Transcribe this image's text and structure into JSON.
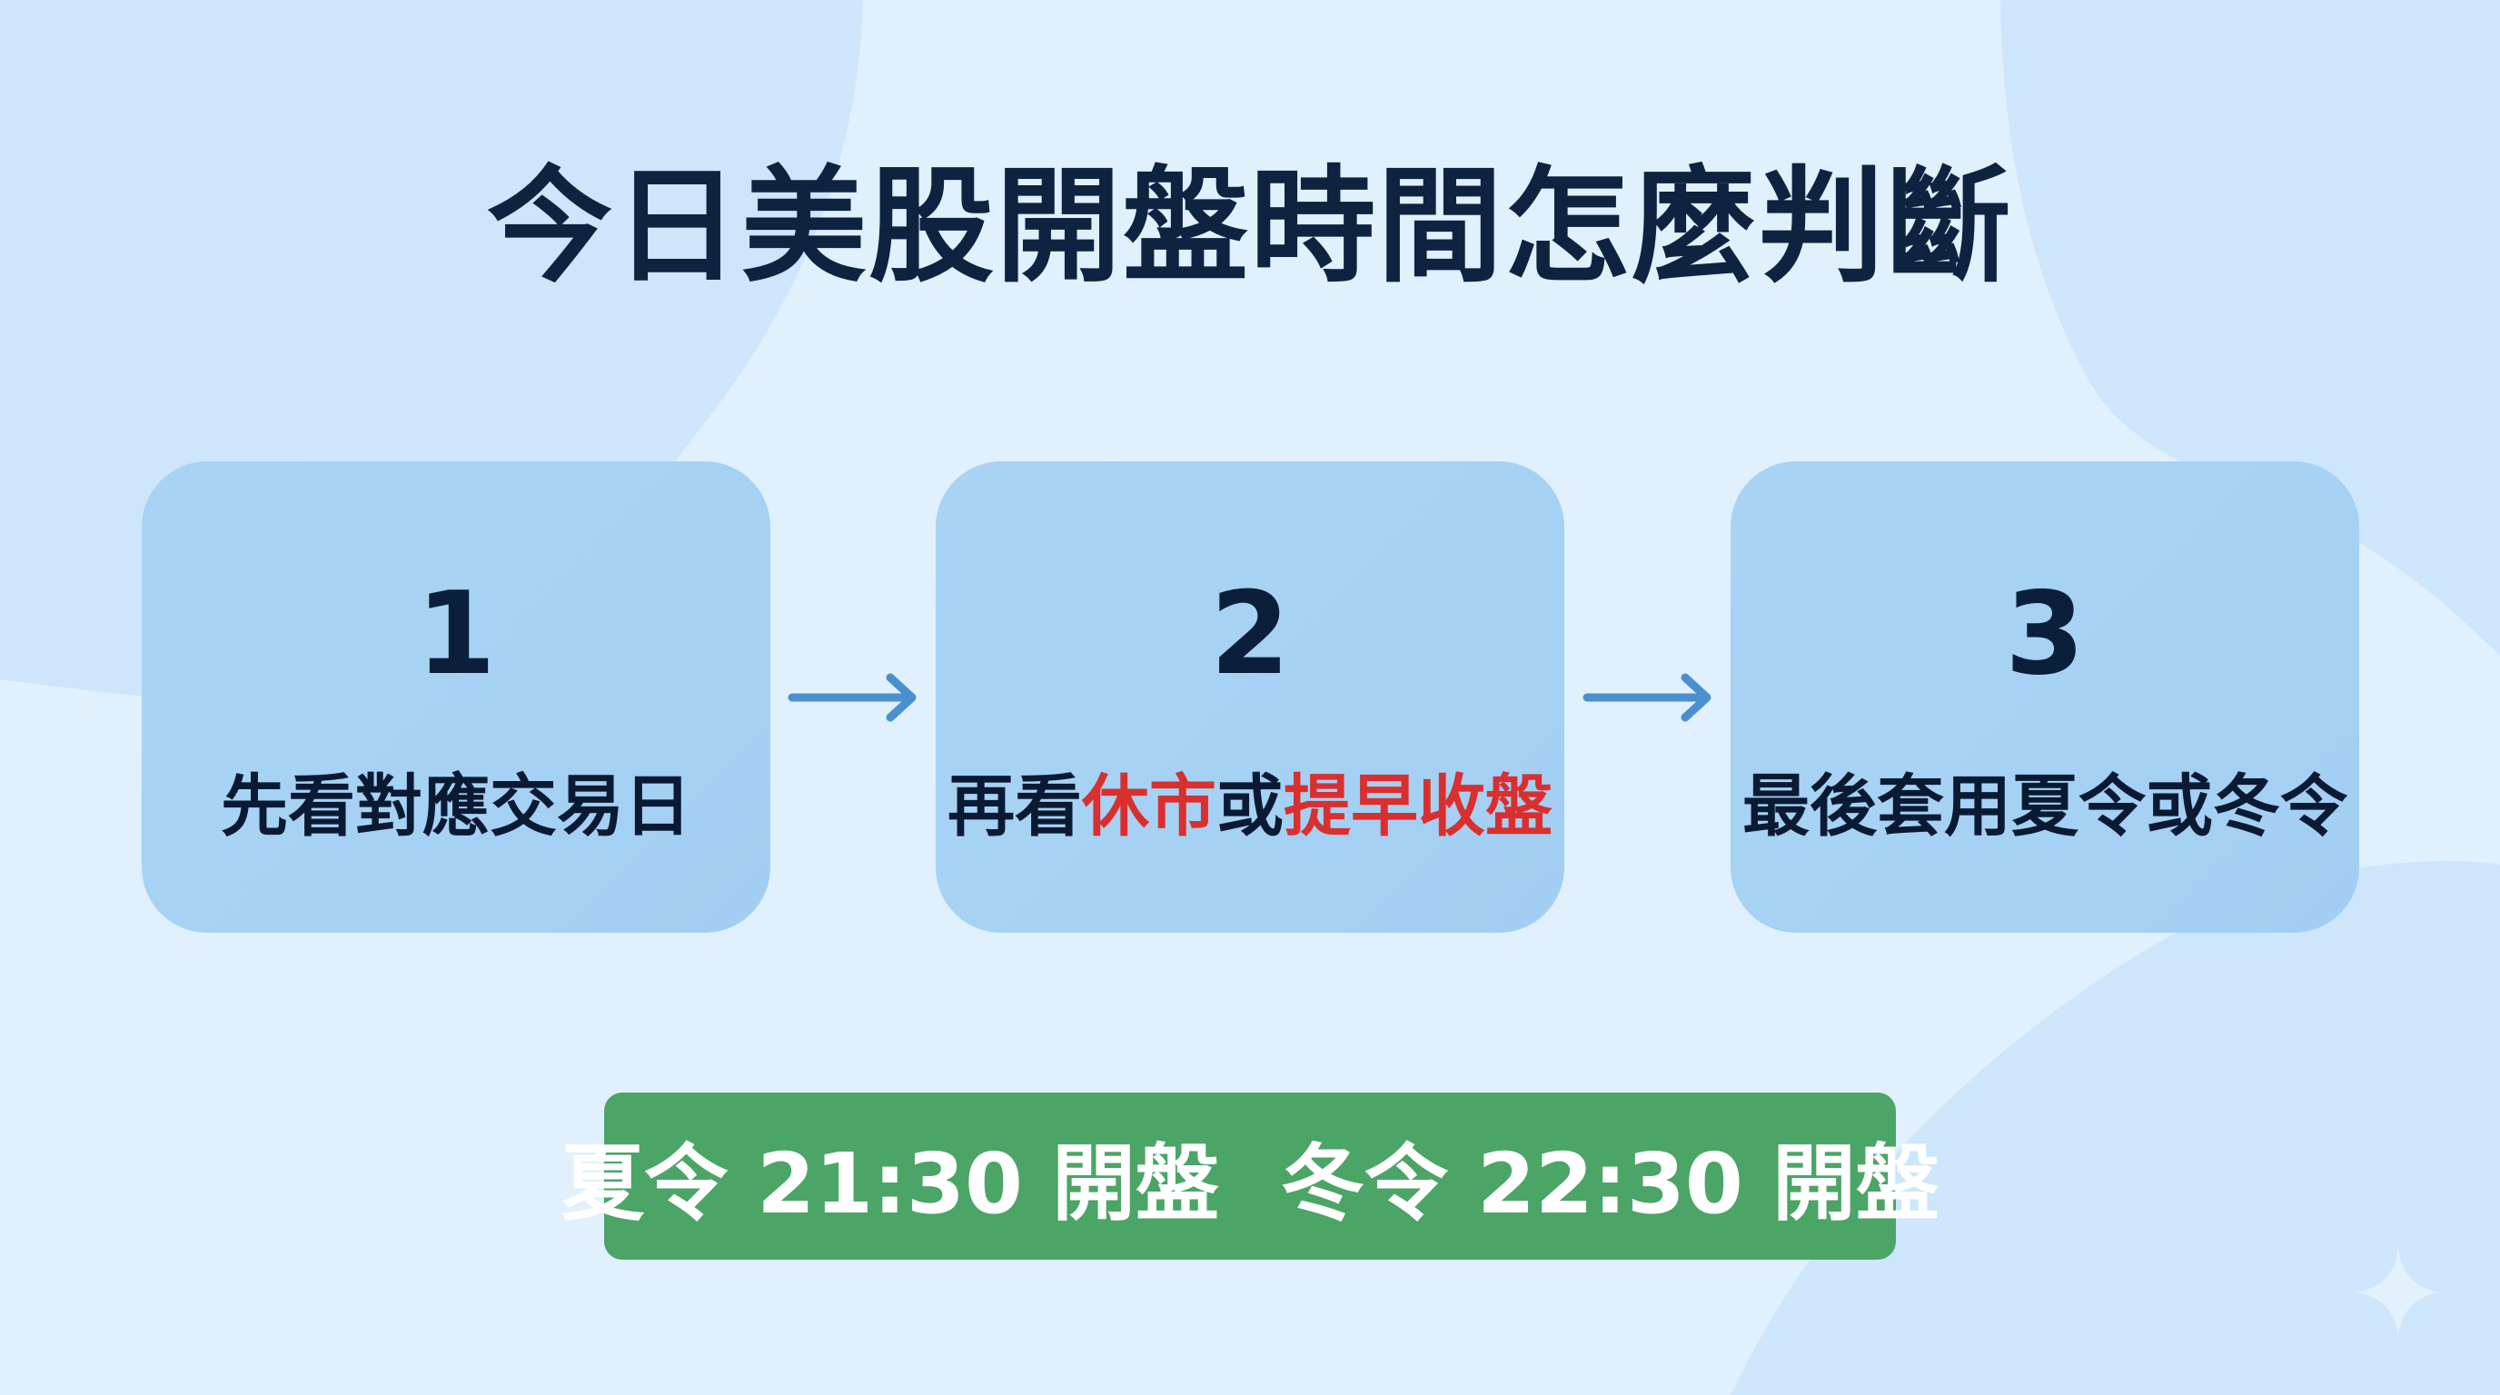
{
  "title": "今日美股開盤時間怎麼判斷",
  "steps": [
    {
      "number": "1",
      "label_parts": [
        {
          "text": "先看對應交易日",
          "highlight": false
        }
      ]
    },
    {
      "number": "2",
      "label_parts": [
        {
          "text": "再看",
          "highlight": false
        },
        {
          "text": "休市",
          "highlight": true
        },
        {
          "text": "或",
          "highlight": false
        },
        {
          "text": "提早收盤",
          "highlight": true
        }
      ]
    },
    {
      "number": "3",
      "label_parts": [
        {
          "text": "最後套用夏令或冬令",
          "highlight": false
        }
      ]
    }
  ],
  "summary": {
    "summer": "夏令 21:30 開盤",
    "winter": "冬令 22:30 開盤"
  },
  "icons": {
    "arrow": "arrow-right-icon",
    "sparkle": "sparkle-icon"
  },
  "colors": {
    "background": "#E0F0FD",
    "blob": "#CDE6FB",
    "card": "#A6D2F4",
    "text_dark": "#0D2340",
    "highlight_red": "#D9302F",
    "arrow_blue": "#4A90CF",
    "banner_green": "#4BA566"
  }
}
